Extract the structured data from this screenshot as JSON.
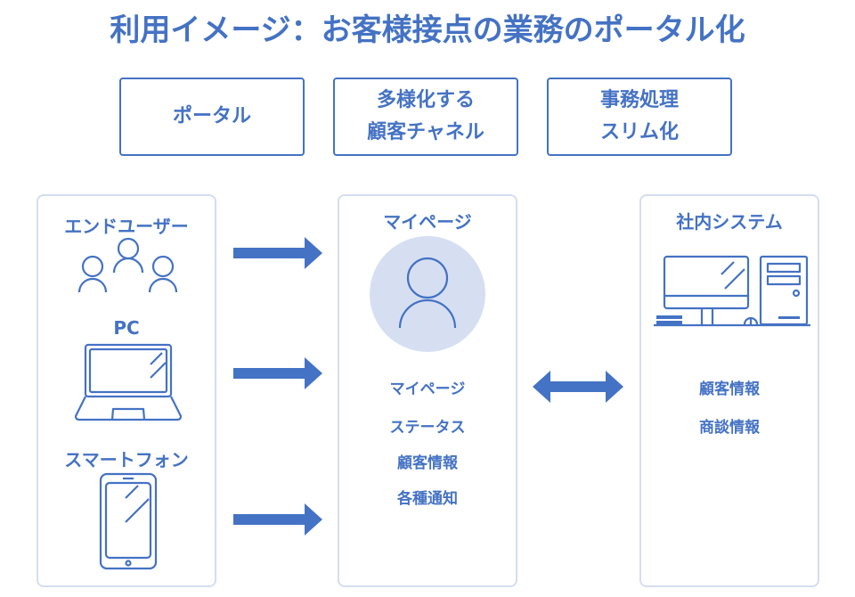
{
  "title": "利用イメージ：お客様接点の業務のポータル化",
  "top_boxes": [
    {
      "lines": [
        "ポータル"
      ]
    },
    {
      "lines": [
        "多様化する",
        "顧客チャネル"
      ]
    },
    {
      "lines": [
        "事務処理",
        "スリム化"
      ]
    }
  ],
  "left_panel": {
    "sections": [
      {
        "label": "エンドユーザー",
        "icon": "users-icon"
      },
      {
        "label": "PC",
        "icon": "laptop-icon"
      },
      {
        "label": "スマートフォン",
        "icon": "smartphone-icon"
      }
    ]
  },
  "middle_panel": {
    "title": "マイページ",
    "icon": "user-avatar-icon",
    "items": [
      "マイページ",
      "ステータス",
      "顧客情報",
      "各種通知"
    ]
  },
  "right_panel": {
    "title": "社内システム",
    "icon": "desktop-computer-icon",
    "items": [
      "顧客情報",
      "商談情報"
    ]
  },
  "colors": {
    "accent": "#4472c4",
    "panel_border": "#d5ddf0",
    "avatar_bg": "#d6dff2"
  }
}
